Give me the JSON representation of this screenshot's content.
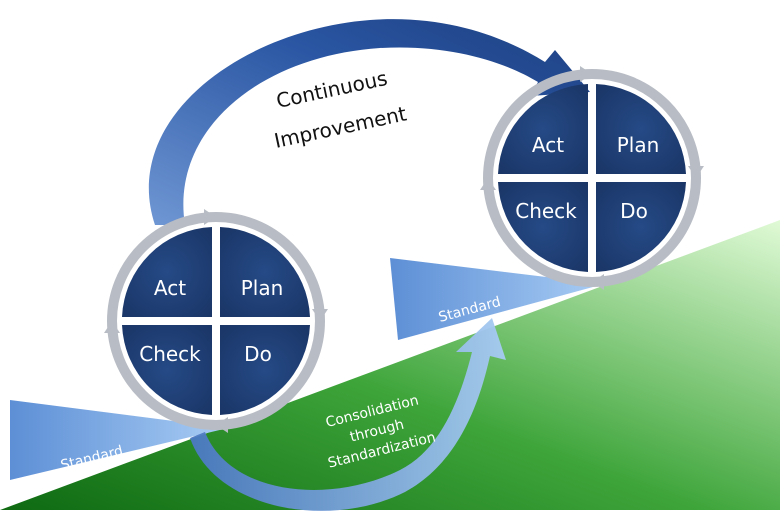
{
  "labels": {
    "continuous_improvement": [
      "Continuous",
      "Improvement"
    ],
    "consolidation": [
      "Consolidation",
      "through",
      "Standardization"
    ],
    "standard": "Standard"
  },
  "cycles": [
    {
      "act": "Act",
      "plan": "Plan",
      "check": "Check",
      "do": "Do"
    },
    {
      "act": "Act",
      "plan": "Plan",
      "check": "Check",
      "do": "Do"
    }
  ],
  "colors": {
    "quadrant": "#1f3f73",
    "quadrant_border": "#ffffff",
    "ring": "#b8bcc4",
    "slope_dark": "#1e7a1e",
    "slope_light": "#d4f7c8",
    "wedge_dark": "#3f6fc4",
    "wedge_light": "#9ec3f0",
    "arrow_dark": "#2a56a3",
    "arrow_light": "#9ec3f0"
  }
}
